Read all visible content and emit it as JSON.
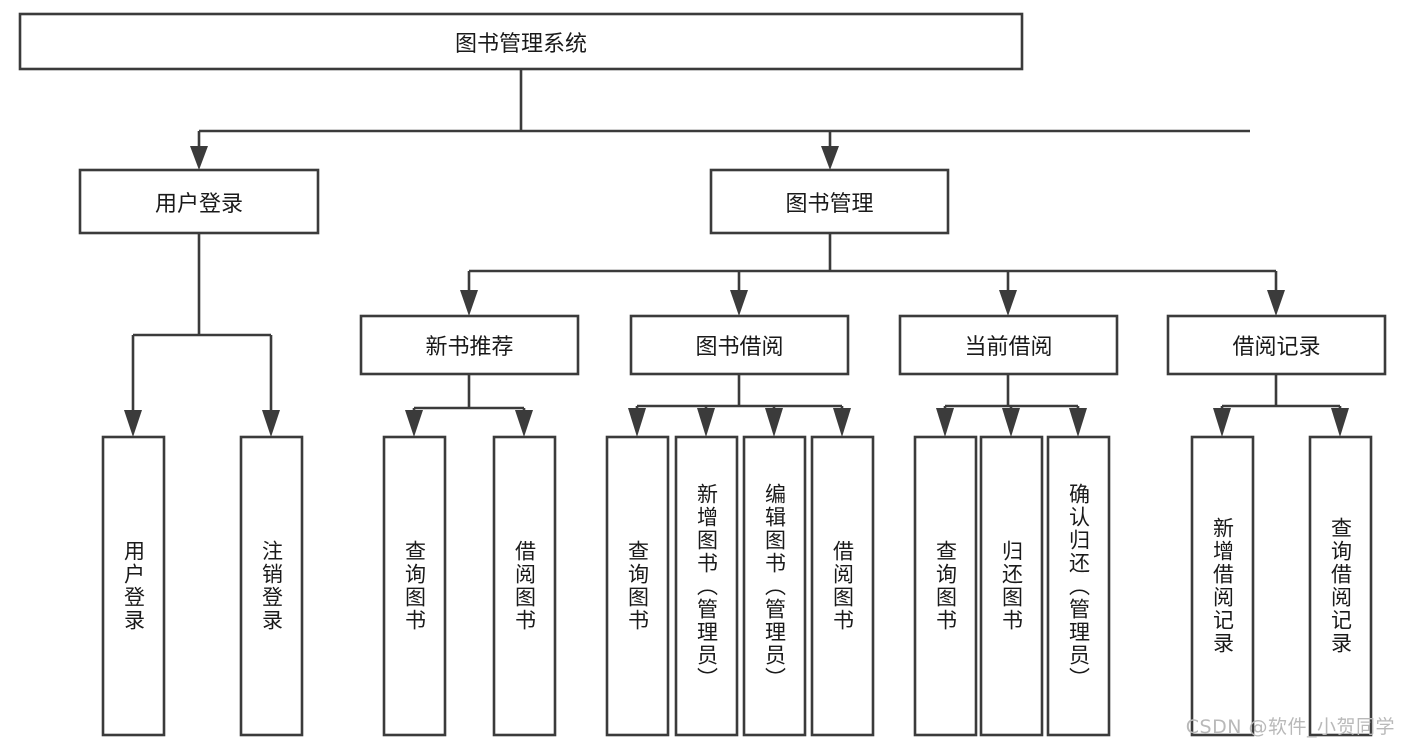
{
  "diagram": {
    "type": "tree",
    "title": "图书管理系统",
    "watermark": "CSDN @软件_小贺同学",
    "colors": {
      "background": "#ffffff",
      "stroke": "#3b3b3b",
      "node_fill": "#ffffff",
      "text": "#1a1a1a",
      "watermark": "#b9b9b9"
    },
    "levels": {
      "root": {
        "label": "图书管理系统"
      },
      "level2": [
        {
          "id": "user-login",
          "label": "用户登录"
        },
        {
          "id": "book-manage",
          "label": "图书管理"
        }
      ],
      "level3": [
        {
          "id": "new-book-rec",
          "label": "新书推荐",
          "parent": "book-manage"
        },
        {
          "id": "book-borrow",
          "label": "图书借阅",
          "parent": "book-manage"
        },
        {
          "id": "current-borrow",
          "label": "当前借阅",
          "parent": "book-manage"
        },
        {
          "id": "borrow-record",
          "label": "借阅记录",
          "parent": "book-manage"
        }
      ],
      "leaves": [
        {
          "id": "leaf-1",
          "label": "用户登录",
          "parent": "user-login"
        },
        {
          "id": "leaf-2",
          "label": "注销登录",
          "parent": "user-login"
        },
        {
          "id": "leaf-3",
          "label": "查询图书",
          "parent": "new-book-rec"
        },
        {
          "id": "leaf-4",
          "label": "借阅图书",
          "parent": "new-book-rec"
        },
        {
          "id": "leaf-5",
          "label": "查询图书",
          "parent": "book-borrow"
        },
        {
          "id": "leaf-6",
          "label": "新增图书（管理员）",
          "parent": "book-borrow"
        },
        {
          "id": "leaf-7",
          "label": "编辑图书（管理员）",
          "parent": "book-borrow"
        },
        {
          "id": "leaf-8",
          "label": "借阅图书",
          "parent": "book-borrow"
        },
        {
          "id": "leaf-9",
          "label": "查询图书",
          "parent": "current-borrow"
        },
        {
          "id": "leaf-10",
          "label": "归还图书",
          "parent": "current-borrow"
        },
        {
          "id": "leaf-11",
          "label": "确认归还（管理员）",
          "parent": "current-borrow"
        },
        {
          "id": "leaf-12",
          "label": "新增借阅记录",
          "parent": "borrow-record"
        },
        {
          "id": "leaf-13",
          "label": "查询借阅记录",
          "parent": "borrow-record"
        }
      ]
    }
  }
}
